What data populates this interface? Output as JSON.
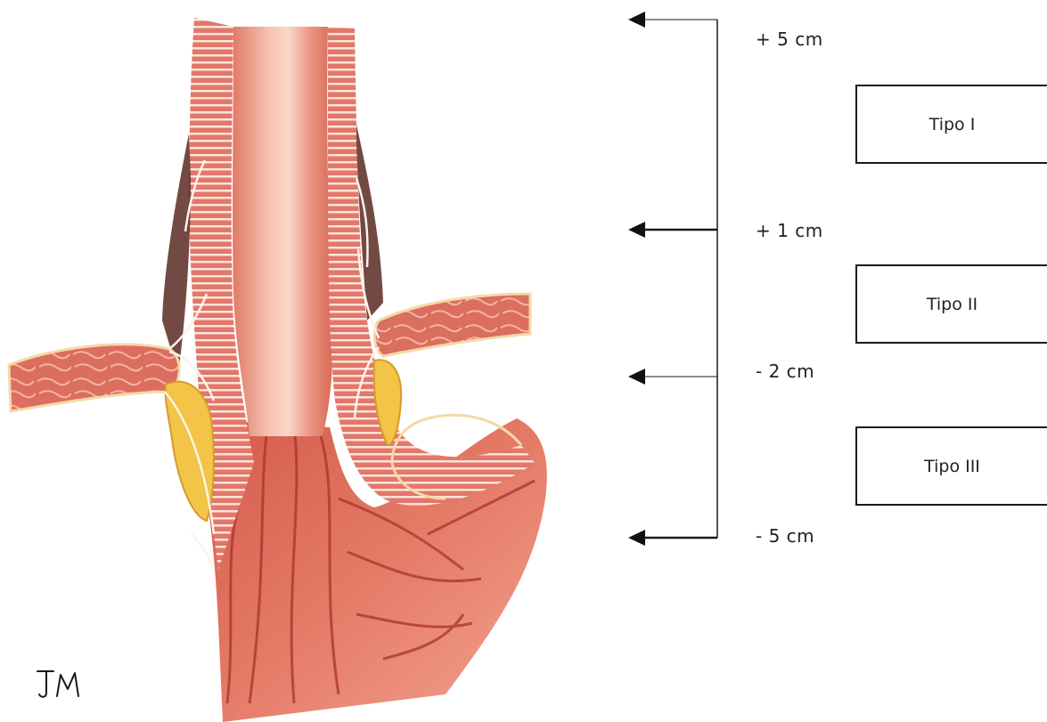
{
  "levels": [
    {
      "label": "+ 5 cm",
      "emphasis": "thin"
    },
    {
      "label": "+ 1 cm",
      "emphasis": "bold"
    },
    {
      "label": "- 2 cm",
      "emphasis": "thin"
    },
    {
      "label": "- 5 cm",
      "emphasis": "bold"
    }
  ],
  "types": [
    {
      "label": "Tipo I"
    },
    {
      "label": "Tipo II"
    },
    {
      "label": "Tipo III"
    }
  ],
  "signature": "JM",
  "colors": {
    "muscle": "#d9685a",
    "muscle_light": "#f0a496",
    "mucosa": "#c9473c",
    "fat": "#f2c447",
    "nerve": "#fdf3ea",
    "dark_tissue": "#5a2a22",
    "line": "#1a1a1a"
  }
}
